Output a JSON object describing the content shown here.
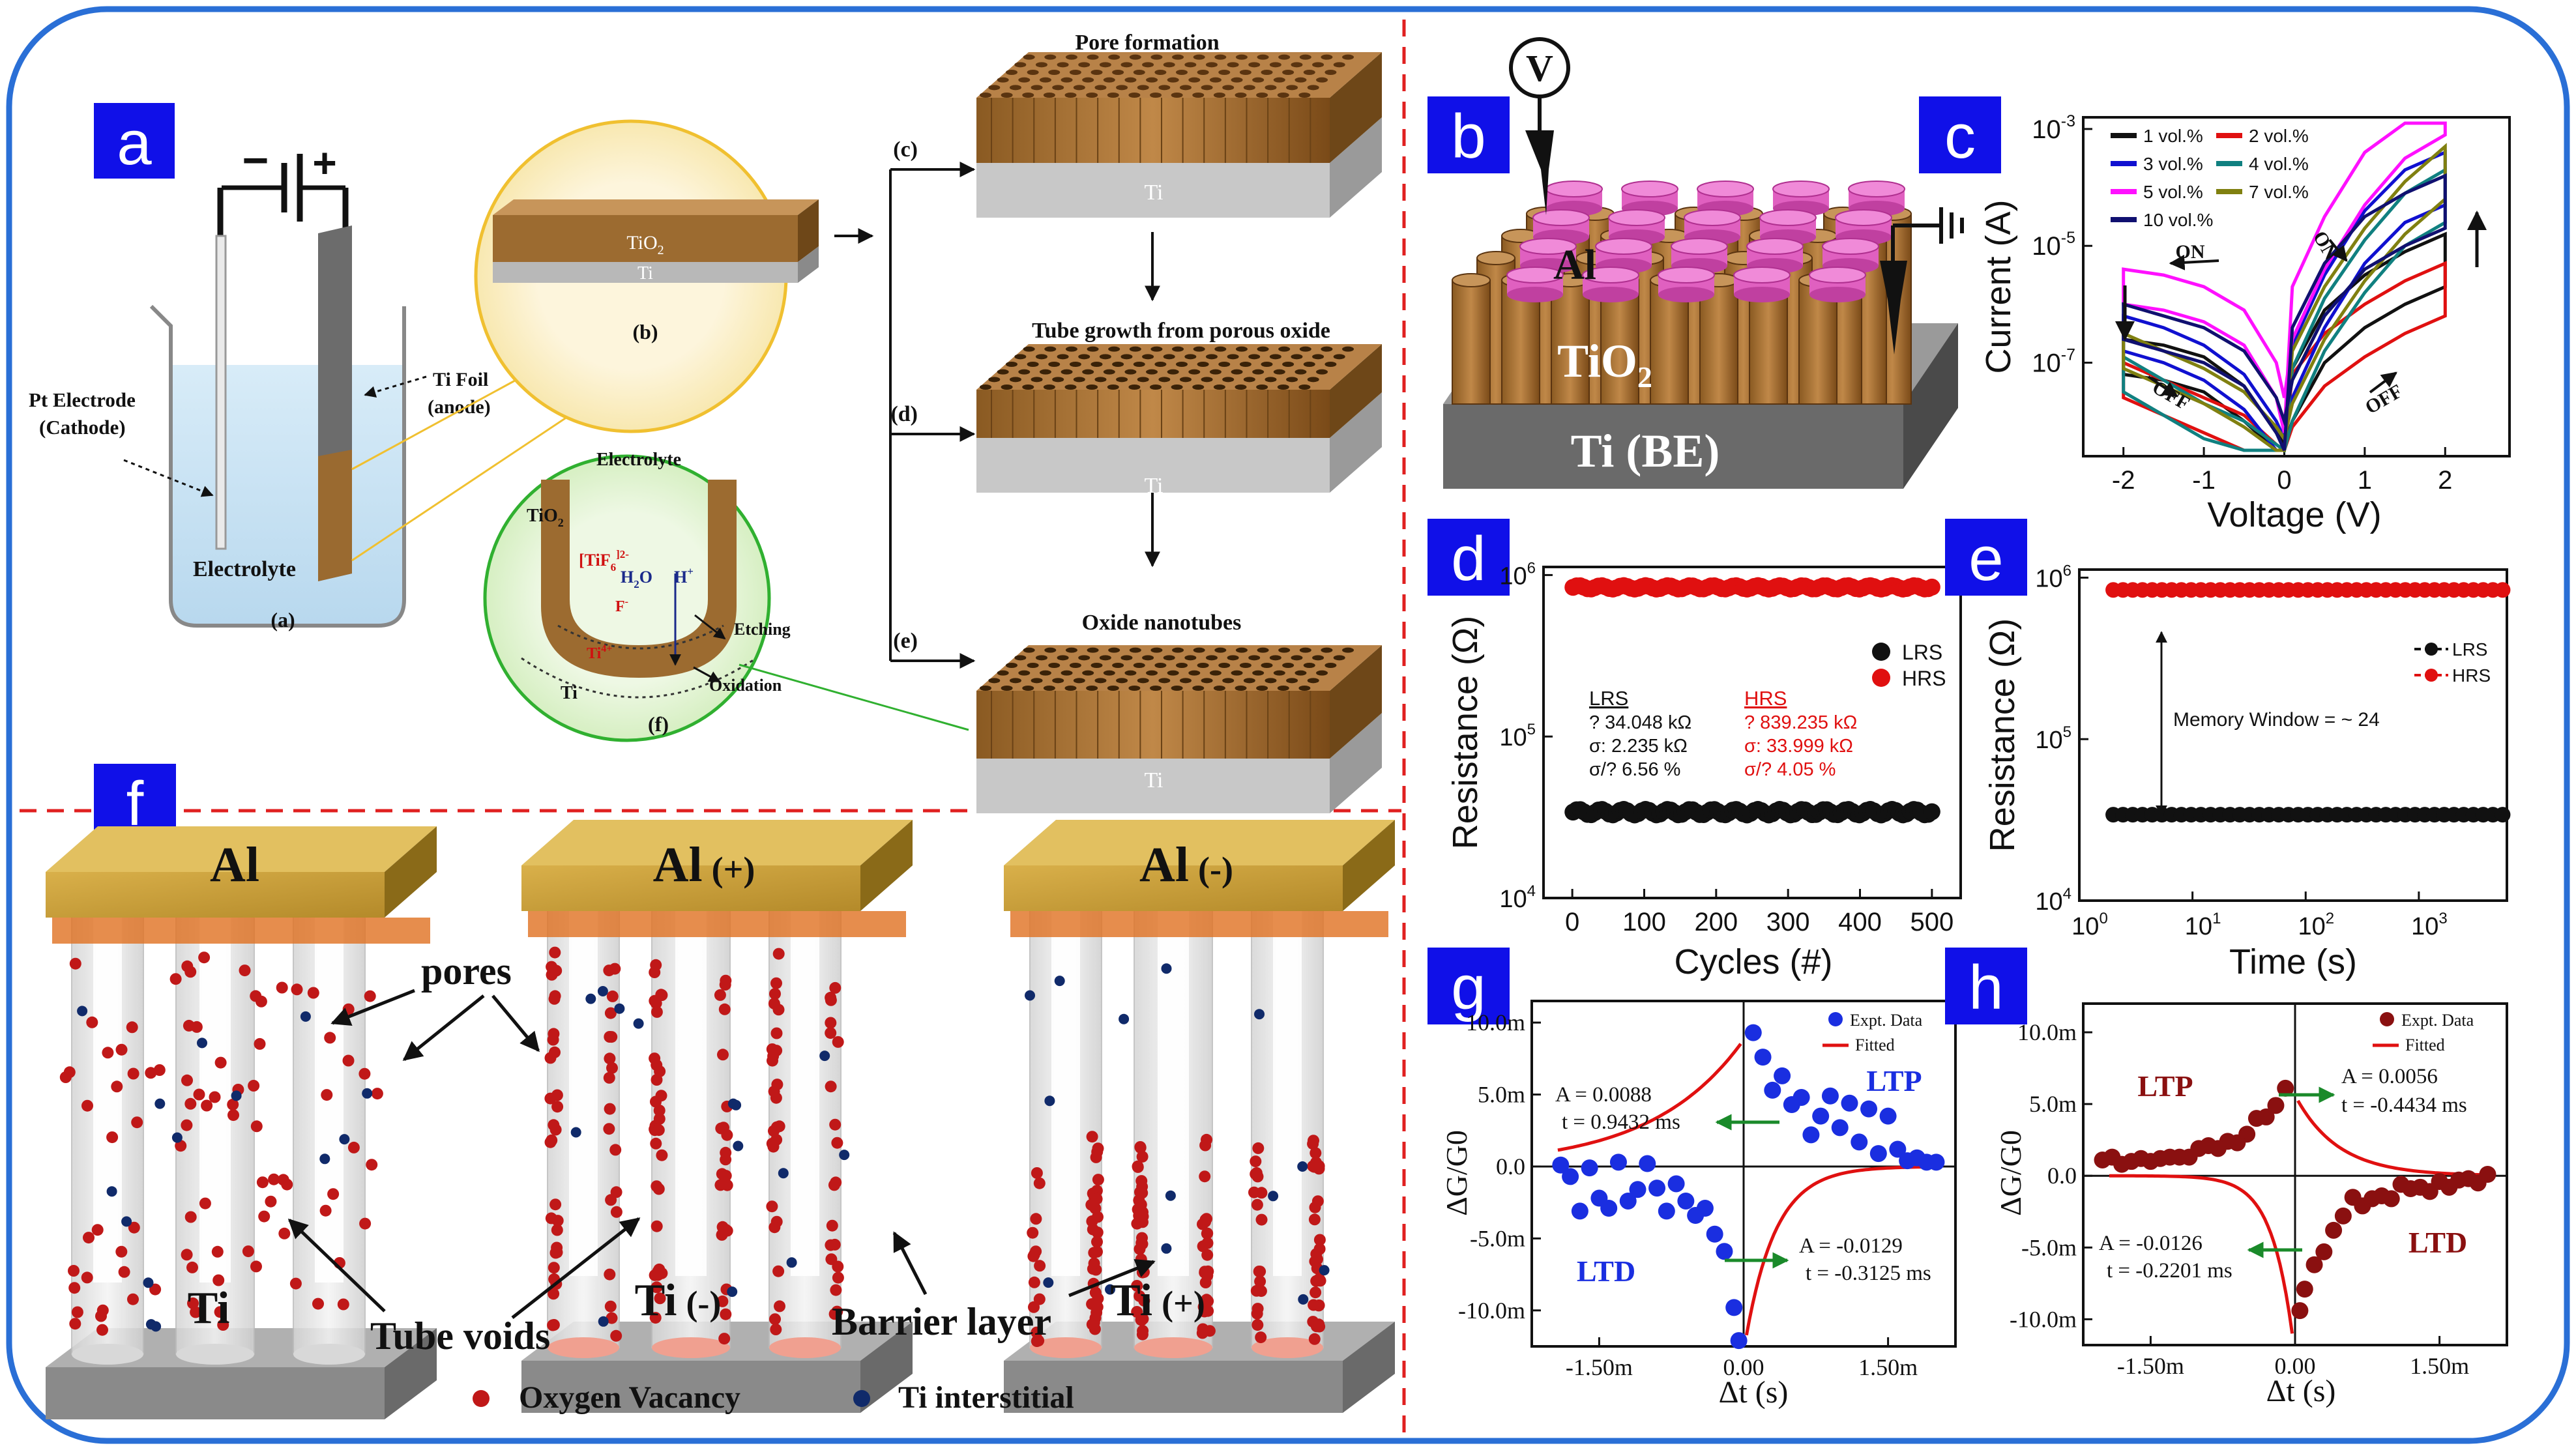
{
  "panels": {
    "a": {
      "letter": "a",
      "battery_minus": "−",
      "battery_plus": "+",
      "pt_electrode": [
        "Pt Electrode",
        "(Cathode)"
      ],
      "ti_foil": [
        "Ti Foil",
        "(anode)"
      ],
      "electrolyte": "Electrolyte",
      "caption_a": "(a)",
      "inset_b": {
        "tio2": "TiO",
        "tio2_sub": "2",
        "ti": "Ti",
        "caption": "(b)"
      },
      "inset_f": {
        "electrolyte": "Electrolyte",
        "tio2": "TiO",
        "tio2_sub": "2",
        "ticomplex": "[TiF",
        "ticomplex_sub": "6",
        "ticomplex_sup": "]2-",
        "h2o": "H",
        "h2o_sub": "2",
        "h2o_o": "O",
        "h_plus": "H",
        "h_plus_sup": "+",
        "f_minus": "F",
        "f_minus_sup": "-",
        "ti4": "Ti",
        "ti4_sup": "4+",
        "etching": "Etching",
        "oxidation": "Oxidation",
        "ti": "Ti",
        "caption": "(f)"
      },
      "stage_c": {
        "title": "Pore formation",
        "label": "(c)",
        "ti": "Ti"
      },
      "stage_d": {
        "title": "Tube growth from porous oxide",
        "label": "(d)",
        "ti": "Ti"
      },
      "stage_e": {
        "title": "Oxide nanotubes",
        "label": "(e)",
        "ti": "Ti"
      }
    },
    "b": {
      "letter": "b",
      "v": "V",
      "al": "Al",
      "tio2": "TiO",
      "tio2_sub": "2",
      "ti_be": "Ti (BE)"
    },
    "c": {
      "letter": "c",
      "ylabel": "Current (A)",
      "xlabel": "Voltage (V)",
      "on_left": "ON",
      "on_right": "ON",
      "off_left": "OFF",
      "off_right": "OFF"
    },
    "d": {
      "letter": "d",
      "ylabel": "Resistance (Ω)",
      "xlabel": "Cycles (#)",
      "lrs_stats": {
        "title": "LRS",
        "mean": "? 34.048 kΩ",
        "sigma": "σ: 2.235 kΩ",
        "cv": "σ/? 6.56 %"
      },
      "hrs_stats": {
        "title": "HRS",
        "mean": "? 839.235 kΩ",
        "sigma": "σ: 33.999 kΩ",
        "cv": "σ/? 4.05 %"
      }
    },
    "e": {
      "letter": "e",
      "ylabel": "Resistance (Ω)",
      "xlabel": "Time (s)",
      "memory_window": "Memory Window = ~ 24"
    },
    "f": {
      "letter": "f",
      "al_1": "Al",
      "al_2": "Al",
      "al_2_sign": "(+)",
      "al_3": "Al",
      "al_3_sign": "(-)",
      "ti_1": "Ti",
      "ti_2": "Ti",
      "ti_2_sign": "(-)",
      "ti_3": "Ti",
      "ti_3_sign": "(+)",
      "pores": "pores",
      "tube_voids": "Tube voids",
      "barrier_layer": "Barrier layer",
      "legend_ov": "Oxygen Vacancy",
      "legend_ti": "Ti  interstitial"
    },
    "g": {
      "letter": "g",
      "ylabel": "ΔG/G0",
      "xlabel": "Δt (s)",
      "legend_data": "Expt. Data",
      "legend_fit": "Fitted",
      "ltp": "LTP",
      "ltd": "LTD",
      "fit_ltp": [
        "A = 0.0088",
        "t = 0.9432 ms"
      ],
      "fit_ltd": [
        "A = -0.0129",
        "t = -0.3125 ms"
      ]
    },
    "h": {
      "letter": "h",
      "ylabel": "ΔG/G0",
      "xlabel": "Δt (s)",
      "legend_data": "Expt. Data",
      "legend_fit": "Fitted",
      "ltp": "LTP",
      "ltd": "LTD",
      "fit_ltp": [
        "A = 0.0056",
        "t = -0.4434 ms"
      ],
      "fit_ltd": [
        "A = -0.0126",
        "t = -0.2201 ms"
      ]
    }
  },
  "colors": {
    "panel_letter_bg": "#1010e8",
    "frame": "#2a6fd6",
    "divider": "#e02020",
    "tio2": "#9c6b30",
    "ti": "#c8c8c8",
    "hrs": "#e01010",
    "lrs": "#111111",
    "ov": "#c01818",
    "ti_int": "#102a6a"
  },
  "chart_data": [
    {
      "id": "c",
      "type": "line",
      "xlabel": "Voltage (V)",
      "ylabel": "Current (A)",
      "xlim": [
        -2.5,
        2.8
      ],
      "ylim_log10": [
        -8.6,
        -2.8
      ],
      "yscale": "log",
      "x_ticks": [
        -2,
        -1,
        0,
        1,
        2
      ],
      "y_ticks": [
        "10^-3",
        "10^-5",
        "10^-7"
      ],
      "series": [
        {
          "name": "1 vol.%",
          "color": "#111111",
          "x": [
            -2,
            -1.5,
            -1,
            -0.5,
            -0.1,
            0,
            0.1,
            0.5,
            1,
            1.5,
            2
          ],
          "log10_y": [
            -6.6,
            -6.7,
            -6.9,
            -7.4,
            -8.2,
            -8.4,
            -8.0,
            -7.0,
            -6.4,
            -6.0,
            -5.7
          ]
        },
        {
          "name": "2 vol.%",
          "color": "#e01010",
          "x": [
            -2,
            -1.5,
            -1,
            -0.5,
            -0.1,
            0,
            0.1,
            0.5,
            1,
            1.5,
            2
          ],
          "log10_y": [
            -7.0,
            -7.3,
            -7.6,
            -7.9,
            -8.4,
            -8.5,
            -8.1,
            -7.4,
            -6.9,
            -6.5,
            -6.2
          ]
        },
        {
          "name": "3 vol.%",
          "color": "#1010d0",
          "x": [
            -2,
            -1.5,
            -1,
            -0.5,
            -0.1,
            0,
            0.1,
            0.5,
            1,
            1.5,
            2
          ],
          "log10_y": [
            -6.2,
            -6.4,
            -6.7,
            -7.2,
            -8.0,
            -8.3,
            -7.6,
            -6.4,
            -5.3,
            -4.6,
            -4.3
          ]
        },
        {
          "name": "4 vol.%",
          "color": "#108080",
          "x": [
            -2,
            -1.5,
            -1,
            -0.5,
            -0.1,
            0,
            0.1,
            0.5,
            1,
            1.5,
            2
          ],
          "log10_y": [
            -6.9,
            -7.3,
            -7.7,
            -8.0,
            -8.4,
            -8.5,
            -8.0,
            -6.8,
            -5.8,
            -5.0,
            -4.6
          ]
        },
        {
          "name": "5 vol.%",
          "color": "#ff10ff",
          "x": [
            -2,
            -1.5,
            -1,
            -0.5,
            -0.1,
            0,
            0.1,
            0.5,
            1,
            1.5,
            2
          ],
          "log10_y": [
            -5.4,
            -5.5,
            -5.7,
            -6.1,
            -7.0,
            -7.6,
            -6.6,
            -5.4,
            -4.3,
            -3.5,
            -3.1
          ]
        },
        {
          "name": "7 vol.%",
          "color": "#808010",
          "x": [
            -2,
            -1.5,
            -1,
            -0.5,
            -0.1,
            0,
            0.1,
            0.5,
            1,
            1.5,
            2
          ],
          "log10_y": [
            -6.5,
            -6.8,
            -7.1,
            -7.5,
            -8.1,
            -8.3,
            -7.7,
            -6.6,
            -5.6,
            -4.8,
            -4.2
          ]
        },
        {
          "name": "10 vol.%",
          "color": "#101070",
          "x": [
            -2,
            -1.5,
            -1,
            -0.5,
            -0.1,
            0,
            0.1,
            0.5,
            1,
            1.5,
            2
          ],
          "log10_y": [
            -6.0,
            -6.2,
            -6.4,
            -6.8,
            -7.6,
            -8.0,
            -7.3,
            -6.2,
            -5.4,
            -5.0,
            -4.7
          ]
        }
      ]
    },
    {
      "id": "d",
      "type": "scatter",
      "xlabel": "Cycles (#)",
      "ylabel": "Resistance (Ω)",
      "xlim": [
        -40,
        540
      ],
      "ylim": [
        "10^4",
        "10^6"
      ],
      "yscale": "log",
      "x_ticks": [
        0,
        100,
        200,
        300,
        400,
        500
      ],
      "y_ticks": [
        "10^6",
        "10^5",
        "10^4"
      ],
      "series": [
        {
          "name": "LRS",
          "color": "#111111",
          "x_range": [
            1,
            500
          ],
          "mean": 34048,
          "sigma": 2235
        },
        {
          "name": "HRS",
          "color": "#e01010",
          "x_range": [
            1,
            500
          ],
          "mean": 839235,
          "sigma": 33999
        }
      ]
    },
    {
      "id": "e",
      "type": "line",
      "xlabel": "Time (s)",
      "ylabel": "Resistance (Ω)",
      "xlim": [
        1,
        6000
      ],
      "xscale": "log",
      "ylim": [
        "10^4",
        "10^6"
      ],
      "yscale": "log",
      "x_ticks": [
        "10^0",
        "10^1",
        "10^2",
        "10^3"
      ],
      "y_ticks": [
        "10^6",
        "10^5",
        "10^4"
      ],
      "series": [
        {
          "name": "LRS",
          "color": "#111111",
          "value": 34048
        },
        {
          "name": "HRS",
          "color": "#e01010",
          "value": 839235
        }
      ]
    },
    {
      "id": "g",
      "type": "scatter",
      "xlabel": "Δt (s)",
      "ylabel": "ΔG/G0",
      "xlim": [
        -0.0022,
        0.0022
      ],
      "ylim": [
        -0.0125,
        0.0115
      ],
      "x_ticks": [
        "-1.50m",
        "0.00",
        "1.50m"
      ],
      "y_ticks": [
        "10.0m",
        "5.0m",
        "0.0",
        "-5.0m",
        "-10.0m"
      ],
      "series": [
        {
          "name": "Expt. Data",
          "color": "#1a2ee0",
          "x": [
            0.0001,
            0.0002,
            0.0003,
            0.0004,
            0.0005,
            0.0006,
            0.0007,
            0.0008,
            0.0009,
            0.001,
            0.0011,
            0.0012,
            0.0013,
            0.0014,
            0.0015,
            0.0016,
            0.0017,
            0.0018,
            0.0019,
            0.002,
            -0.0002,
            -0.0003,
            -0.0004,
            -0.0005,
            -0.0006,
            -0.0007,
            -0.0008,
            -0.0009,
            -0.001,
            -0.0011,
            -0.0012,
            -0.0013,
            -0.0014,
            -0.0015,
            -0.0016,
            -0.0017,
            -0.0018,
            -0.0019,
            -0.0001,
            -5e-05
          ],
          "y": [
            0.0093,
            0.0076,
            0.0053,
            0.0063,
            0.0043,
            0.0048,
            0.0022,
            0.0035,
            0.0049,
            0.0027,
            0.0044,
            0.0017,
            0.004,
            0.0009,
            0.0035,
            0.0012,
            0.0004,
            0.0006,
            0.0003,
            0.0003,
            -0.0059,
            -0.0047,
            -0.0029,
            -0.0034,
            -0.0024,
            -0.0012,
            -0.0031,
            -0.0015,
            0.0002,
            -0.0016,
            -0.0024,
            0.0003,
            -0.0029,
            -0.0022,
            -0.0001,
            -0.0031,
            -0.0007,
            0.0001,
            -0.0098,
            -0.0121
          ]
        },
        {
          "name": "Fitted",
          "color": "#e01010",
          "ltp": {
            "A": 0.0088,
            "t_ms": 0.9432
          },
          "ltd": {
            "A": -0.0129,
            "t_ms": -0.3125
          }
        }
      ]
    },
    {
      "id": "h",
      "type": "scatter",
      "xlabel": "Δt (s)",
      "ylabel": "ΔG/G0",
      "xlim": [
        -0.0022,
        0.0022
      ],
      "ylim": [
        -0.0118,
        0.012
      ],
      "x_ticks": [
        "-1.50m",
        "0.00",
        "1.50m"
      ],
      "y_ticks": [
        "10.0m",
        "5.0m",
        "0.0",
        "-5.0m",
        "-10.0m"
      ],
      "series": [
        {
          "name": "Expt. Data",
          "color": "#8a1010",
          "x": [
            -0.0001,
            -0.0002,
            -0.0003,
            -0.0004,
            -0.0005,
            -0.0006,
            -0.0007,
            -0.0008,
            -0.0009,
            -0.001,
            -0.0011,
            -0.0012,
            -0.0013,
            -0.0014,
            -0.0015,
            -0.0016,
            -0.0017,
            -0.0018,
            -0.0019,
            -0.002,
            5e-05,
            0.0001,
            0.0002,
            0.0003,
            0.0004,
            0.0005,
            0.0006,
            0.0007,
            0.0008,
            0.0009,
            0.001,
            0.0011,
            0.0012,
            0.0013,
            0.0014,
            0.0015,
            0.0016,
            0.0017,
            0.0018,
            0.0019,
            0.002
          ],
          "y": [
            0.0061,
            0.0049,
            0.0041,
            0.004,
            0.0029,
            0.0023,
            0.0024,
            0.0019,
            0.0021,
            0.0019,
            0.0013,
            0.0013,
            0.0013,
            0.0012,
            0.001,
            0.0012,
            0.001,
            0.0008,
            0.0013,
            0.0011,
            -0.0094,
            -0.0079,
            -0.0062,
            -0.0053,
            -0.0038,
            -0.0028,
            -0.0015,
            -0.0021,
            -0.0016,
            -0.0014,
            -0.0016,
            -0.0006,
            -0.0009,
            -0.0008,
            -0.0011,
            -0.0004,
            -0.0008,
            -0.0003,
            -0.0002,
            -0.0005,
            0.0001
          ]
        },
        {
          "name": "Fitted",
          "color": "#e01010",
          "ltp": {
            "A": 0.0056,
            "t_ms": -0.4434
          },
          "ltd": {
            "A": -0.0126,
            "t_ms": -0.2201
          }
        }
      ]
    }
  ]
}
